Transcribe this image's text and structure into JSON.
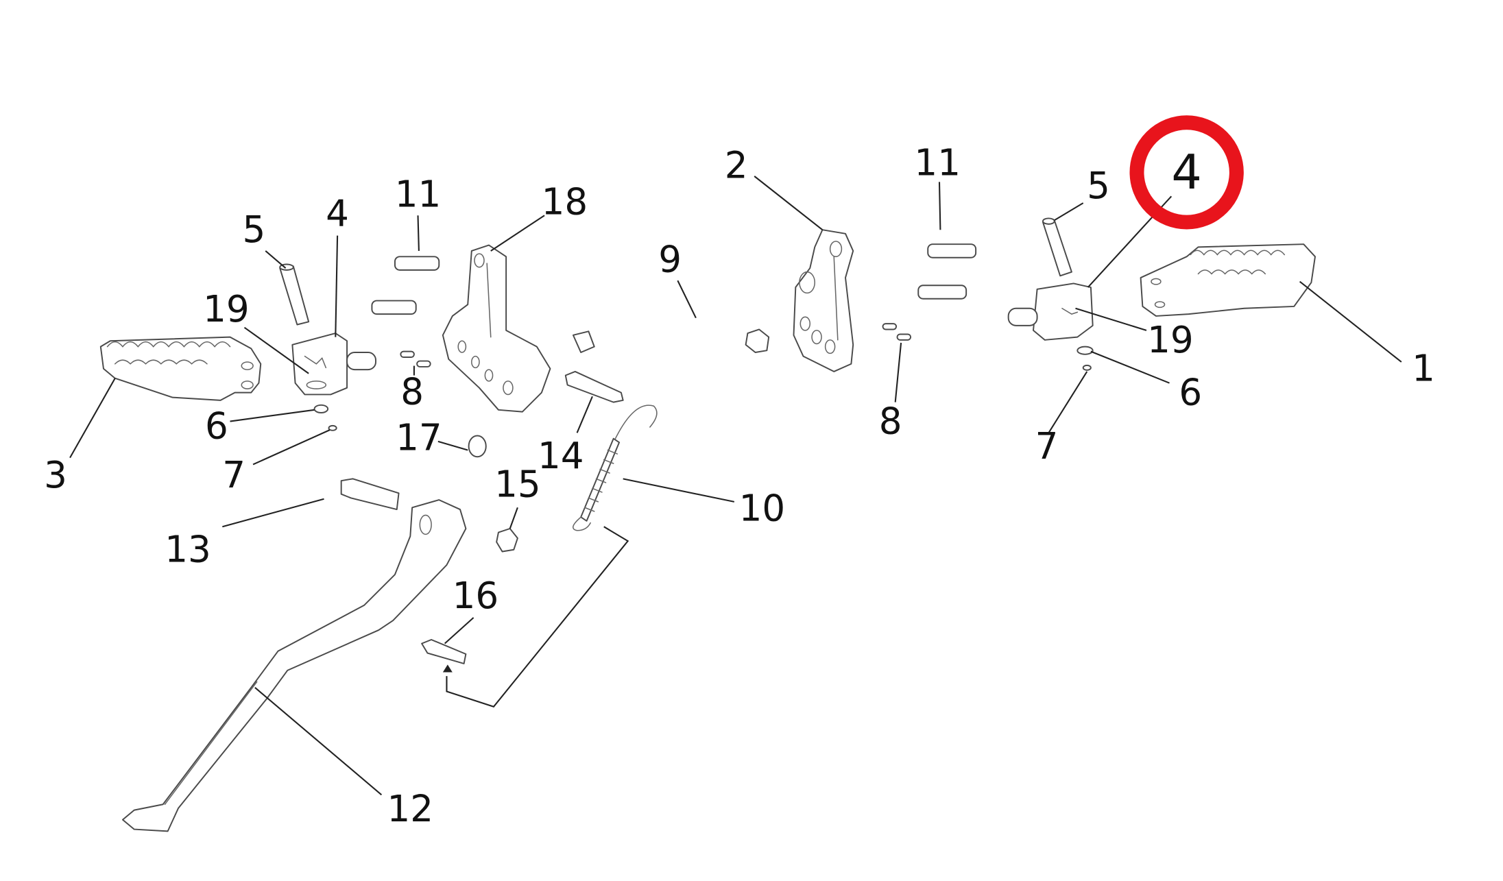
{
  "diagram": {
    "title": "Footrest and side stand exploded parts diagram",
    "highlight": {
      "part_number": "4",
      "color": "#e8141c"
    },
    "line_color": "#222222",
    "callouts": [
      {
        "id": "c1",
        "label": "1"
      },
      {
        "id": "c2",
        "label": "2"
      },
      {
        "id": "c3",
        "label": "3"
      },
      {
        "id": "c4l",
        "label": "4"
      },
      {
        "id": "c4r",
        "label": "4"
      },
      {
        "id": "c5l",
        "label": "5"
      },
      {
        "id": "c5r",
        "label": "5"
      },
      {
        "id": "c6l",
        "label": "6"
      },
      {
        "id": "c6r",
        "label": "6"
      },
      {
        "id": "c7l",
        "label": "7"
      },
      {
        "id": "c7r",
        "label": "7"
      },
      {
        "id": "c8l",
        "label": "8"
      },
      {
        "id": "c8r",
        "label": "8"
      },
      {
        "id": "c9",
        "label": "9"
      },
      {
        "id": "c10",
        "label": "10"
      },
      {
        "id": "c11l",
        "label": "11"
      },
      {
        "id": "c11r",
        "label": "11"
      },
      {
        "id": "c12",
        "label": "12"
      },
      {
        "id": "c13",
        "label": "13"
      },
      {
        "id": "c14",
        "label": "14"
      },
      {
        "id": "c15",
        "label": "15"
      },
      {
        "id": "c16",
        "label": "16"
      },
      {
        "id": "c17",
        "label": "17"
      },
      {
        "id": "c18",
        "label": "18"
      },
      {
        "id": "c19l",
        "label": "19"
      },
      {
        "id": "c19r",
        "label": "19"
      }
    ]
  }
}
